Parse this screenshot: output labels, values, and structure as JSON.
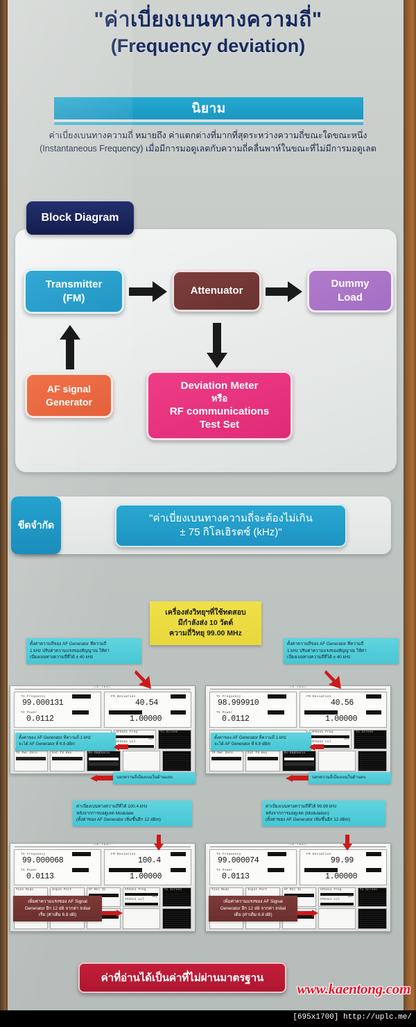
{
  "header": {
    "title_th": "\"ค่าเบี่ยงเบนทางความถี่\"",
    "title_en": "(Frequency deviation)",
    "section_label": "นิยาม",
    "definition_line1": "ค่าเบี่ยงเบนทางความถี่ หมายถึง ค่าแตกต่างที่มากที่สุดระหว่างความถี่ขณะใดขณะหนึ่ง",
    "definition_line2": "(Instantaneous Frequency) เมื่อมีการมอดูเลตกับความถี่คลื่นพาห์ในขณะที่ไม่มีการมอดูเลต"
  },
  "block_diagram": {
    "label": "Block Diagram",
    "nodes": {
      "transmitter_line1": "Transmitter",
      "transmitter_line2": "(FM)",
      "attenuator": "Attenuator",
      "dummy_line1": "Dummy",
      "dummy_line2": "Load",
      "af_line1": "AF signal",
      "af_line2": "Generator",
      "deviation_line1": "Deviation Meter",
      "deviation_line2": "หรือ",
      "deviation_line3": "RF communications",
      "deviation_line4": "Test Set"
    }
  },
  "limit": {
    "tab_label": "ขีดจำกัด",
    "text_line1": "\"ค่าเบี่ยงเบนทางความถี่จะต้องไม่เกิน",
    "text_line2": "± 75 กิโลเฮิรตซ์ (kHz)\""
  },
  "yellow_note": {
    "line1": "เครื่องส่งวิทยุฯที่ใช้ทดสอบ",
    "line2": "มีกำลังส่ง 10 วัตต์",
    "line3": "ความถี่วิทยุ 99.00 MHz"
  },
  "callouts": {
    "top_left": {
      "line1": "ตั้งค่าความถี่ของ AF Generator ที่ความถี่",
      "line2": "1 kHz ปรับค่าความแรงของสัญญาณ ให้ค่า",
      "line3": "เบี่ยงเบนทางความถี่ที่ได้ ± 40 kHz"
    },
    "top_right": {
      "line1": "ตั้งค่าความถี่ของ AF Generator ที่ความถี่",
      "line2": "1 kHz ปรับค่าความแรงของสัญญาณ ให้ค่า",
      "line3": "เบี่ยงเบนทางความถี่ที่ได้ ± 40 kHz"
    },
    "inner_left": {
      "line1": "ตั้งค่าของ AF Generator ที่ความถี่ 1 kHz",
      "line2": "จะได้ AF Generator ที่ 6.8 dBm"
    },
    "inner_right": {
      "line1": "ตั้งค่าของ AF Generator ที่ความถี่ 1 kHz",
      "line2": "จะได้ AF Generator ที่ 6.8 dBm"
    },
    "note_left": "บอกความถี่เบี่ยงเบนในด้านแถบ",
    "note_right": "บอกความถี่เบี่ยงเบนในด้านลบ",
    "row2_left": {
      "line1": "ค่าเบี่ยงเบนทางความถี่ที่ได้ 100.4 kHz",
      "line2": "หลังจากการมอดูเลต Modulate",
      "line3": "(ตั้งค่าของ AF Generator เพิ่มขึ้นอีก 12 dBm)"
    },
    "row2_right": {
      "line1": "ค่าเบี่ยงเบนทางความถี่ที่ได้ 99.99 kHz",
      "line2": "หลังจากการมอดูเลต (Modulation)",
      "line3": "(ตั้งค่าของ AF Generator เพิ่มขึ้นอีก 12 dBm)"
    },
    "dark_left": {
      "line1": "เพิ่มค่าความแรงของ AF Signal",
      "line2": "Generator อีก 12 dB จากค่า Initial",
      "line3": "เริ่ม (ค่าเดิม 6.8 dB)"
    },
    "dark_right": {
      "line1": "เพิ่มค่าความแรงของ AF Signal",
      "line2": "Generator อีก 12 dB จากค่า Initial",
      "line3": "เดิม (ค่าเดิม 6.8 dB)"
    }
  },
  "meters": {
    "panel_title": "TX TEST",
    "labels": {
      "tx_frequency": "TX Frequency",
      "tx_power": "TX Power",
      "fm_deviation": "FM Deviation",
      "tx_pwr_zero": "TX Pwr Zero",
      "ext_tx_key": "Ext TX Key",
      "de_emphasis": "De-Emphasis",
      "tone_mode": "Tone Mode",
      "input_port": "Input Port",
      "af_rel_in": "AF Rel In",
      "afgen1_freq": "AFGen1 Freq",
      "afgen1_lvl": "AFGen1 Lvl",
      "to_screen": "To Screen",
      "unit_khz": "kHz",
      "unit_dbm": "dBm"
    },
    "readings": [
      {
        "id": "m1",
        "tx_frequency": "99.000131",
        "tx_power": "0.0112",
        "fm_deviation": "40.54",
        "ratio": "1.00000"
      },
      {
        "id": "m2",
        "tx_frequency": "98.999910",
        "tx_power": "0.0112",
        "fm_deviation": "40.56",
        "ratio": "1.00000"
      },
      {
        "id": "m3",
        "tx_frequency": "99.000068",
        "tx_power": "0.0113",
        "fm_deviation": "100.4",
        "ratio": "1.00000"
      },
      {
        "id": "m4",
        "tx_frequency": "99.000074",
        "tx_power": "0.0113",
        "fm_deviation": "99.99",
        "ratio": "1.00000"
      }
    ]
  },
  "conclusion": {
    "banner": "ค่าที่อ่านได้เป็นค่าที่ไม่ผ่านมาตรฐาน",
    "watermark": "www.kaentong.com"
  },
  "footer": {
    "text": "[695x1700] http://uplc.me/"
  },
  "colors": {
    "accent_cyan": "#25a8cf",
    "navy": "#182a5e",
    "transmitter": "#2196c4",
    "attenuator": "#6a3230",
    "dummy_load": "#a36dc2",
    "af_generator": "#e4603a",
    "deviation_meter": "#e02a75",
    "yellow": "#e8d83c",
    "callout_cyan": "#47c7d4",
    "banner_red": "#c41e3a"
  }
}
